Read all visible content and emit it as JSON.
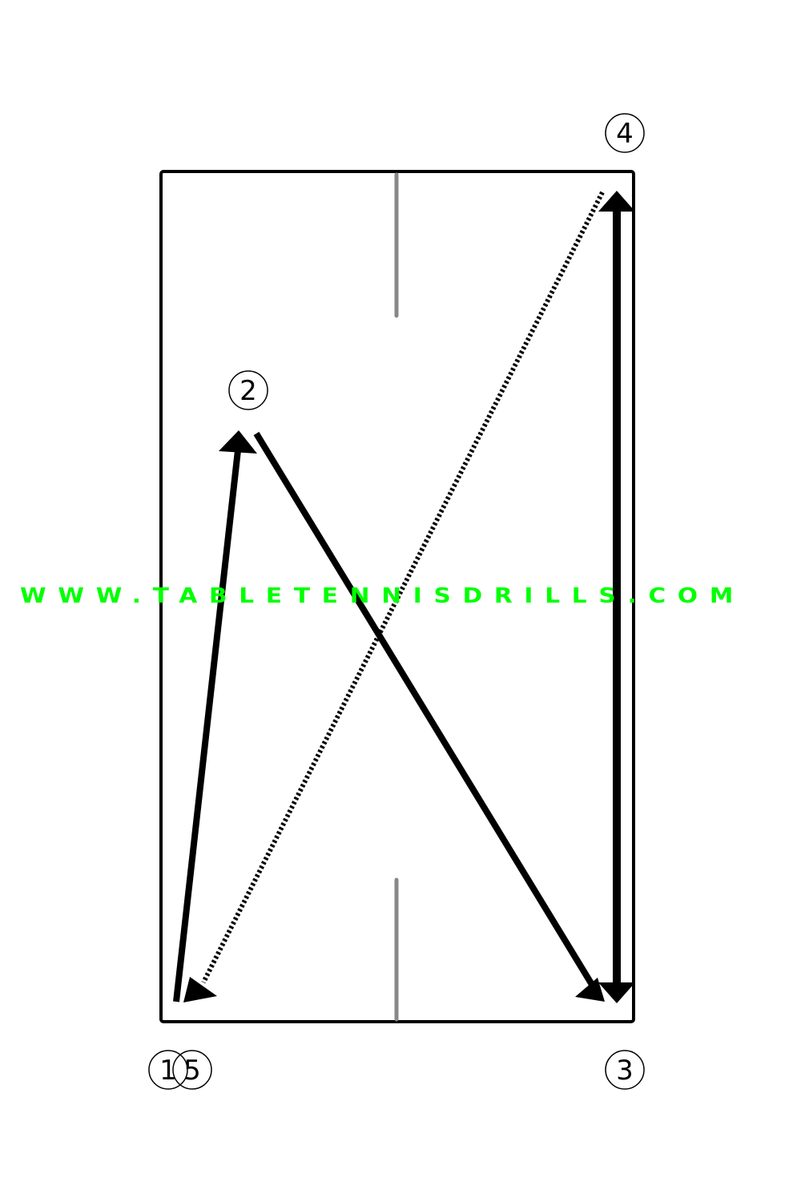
{
  "diagram": {
    "markers": [
      {
        "id": "marker-1",
        "label": "1"
      },
      {
        "id": "marker-2",
        "label": "2"
      },
      {
        "id": "marker-3",
        "label": "3"
      },
      {
        "id": "marker-4",
        "label": "4"
      },
      {
        "id": "marker-5",
        "label": "5"
      }
    ],
    "watermark": {
      "text": "WWW.TABLETENNISDRILLS.COM",
      "color": "#00ff00"
    },
    "colors": {
      "table_outline": "#000000",
      "center_line": "#888888",
      "arrow": "#000000",
      "background": "#ffffff"
    }
  }
}
